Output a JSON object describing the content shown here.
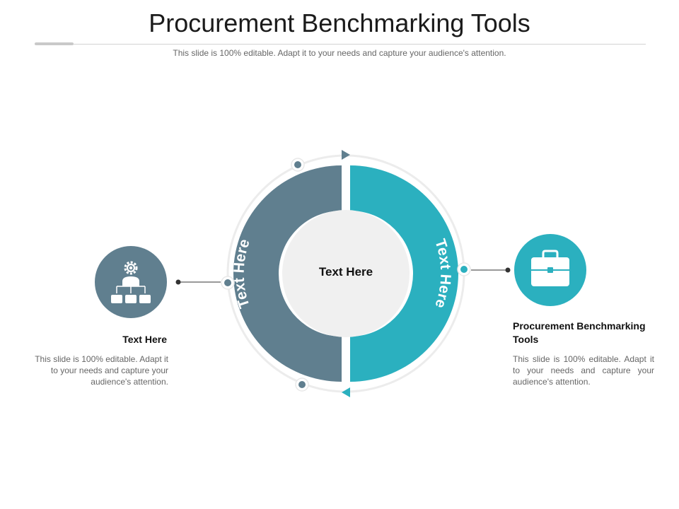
{
  "slide": {
    "title": "Procurement Benchmarking Tools",
    "subtitle": "This slide is 100% editable. Adapt it to your needs and capture your audience's attention."
  },
  "diagram": {
    "center_label": "Text Here",
    "left_arc_label": "Text Here",
    "right_arc_label": "Text Here",
    "left_item": {
      "heading": "Text Here",
      "body": "This slide is 100% editable. Adapt it to your needs and capture your audience's attention.",
      "icon": "org-chart-gear-person-icon"
    },
    "right_item": {
      "heading": "Procurement Benchmarking Tools",
      "body": "This slide is 100% editable. Adapt it to your needs and capture your audience's attention.",
      "icon": "briefcase-icon"
    }
  },
  "colors": {
    "slate": "#607f8f",
    "teal": "#2bb0bf",
    "center_fill": "#f0f0f0",
    "ring": "#ececec"
  }
}
